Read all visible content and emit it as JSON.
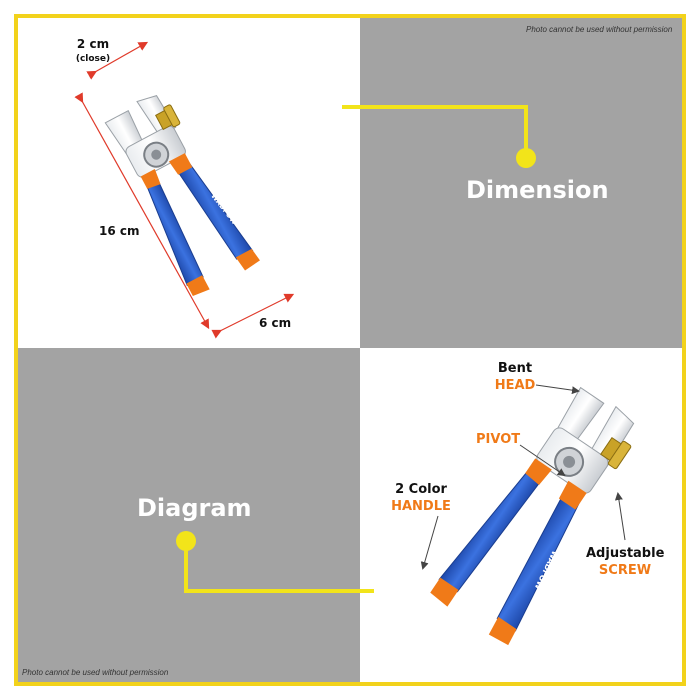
{
  "notice": "Photo cannot be used without permission",
  "dimension": {
    "heading": "Dimension",
    "width_label": "2 cm",
    "width_sub": "(close)",
    "length_label": "16 cm",
    "handle_label": "6 cm"
  },
  "diagram": {
    "heading": "Diagram",
    "head_line1": "Bent",
    "head_line2": "HEAD",
    "pivot": "PIVOT",
    "handle_line1": "2 Color",
    "handle_line2": "HANDLE",
    "screw_line1": "Adjustable",
    "screw_line2": "SCREW"
  },
  "brand": "WADFOW",
  "colors": {
    "frame": "#f2d21b",
    "panel_gray": "#a3a3a3",
    "handle_blue": "#2a5cc9",
    "handle_orange": "#f07a18",
    "dimension_red": "#e03a2a",
    "accent_text": "#f07a18"
  }
}
